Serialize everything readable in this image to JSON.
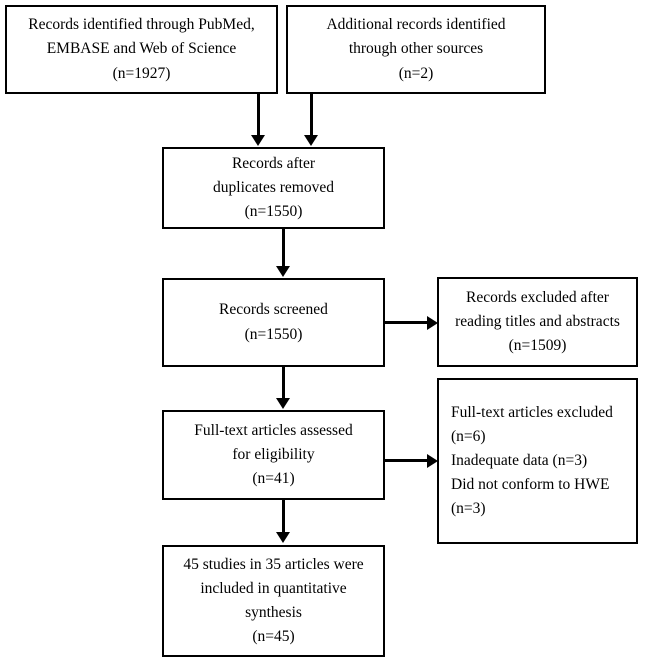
{
  "diagram": {
    "title": "PRISMA study selection flow diagram",
    "type": "flowchart",
    "stroke_color": "#000000",
    "background_color": "#ffffff",
    "nodes": [
      {
        "id": "identified-db",
        "lines": [
          "Records identified through PubMed,",
          "EMBASE and Web of Science",
          "(n=1927)"
        ],
        "count": 1927
      },
      {
        "id": "identified-other",
        "lines": [
          "Additional records identified",
          "through other sources",
          "(n=2)"
        ],
        "count": 2
      },
      {
        "id": "duplicates-removed",
        "lines": [
          "Records after",
          "duplicates removed",
          "(n=1550)"
        ],
        "count": 1550
      },
      {
        "id": "records-screened",
        "lines": [
          "Records screened",
          "(n=1550)"
        ],
        "count": 1550
      },
      {
        "id": "records-excluded",
        "lines": [
          "Records excluded after",
          "reading titles and abstracts",
          "(n=1509)"
        ],
        "count": 1509
      },
      {
        "id": "fulltext-assessed",
        "lines": [
          "Full-text articles assessed",
          "for eligibility",
          "(n=41)"
        ],
        "count": 41
      },
      {
        "id": "fulltext-excluded",
        "lines": [
          "Full-text articles excluded",
          "(n=6)",
          "Inadequate data (n=3)",
          "Did not conform to HWE",
          "(n=3)"
        ],
        "count": 6
      },
      {
        "id": "studies-included",
        "lines": [
          "45 studies in 35 articles were",
          "included in quantitative",
          "synthesis",
          "(n=45)"
        ],
        "count": 45
      }
    ],
    "edges": [
      {
        "from": "identified-db",
        "to": "duplicates-removed",
        "direction": "down"
      },
      {
        "from": "identified-other",
        "to": "duplicates-removed",
        "direction": "down"
      },
      {
        "from": "duplicates-removed",
        "to": "records-screened",
        "direction": "down"
      },
      {
        "from": "records-screened",
        "to": "records-excluded",
        "direction": "right"
      },
      {
        "from": "records-screened",
        "to": "fulltext-assessed",
        "direction": "down"
      },
      {
        "from": "fulltext-assessed",
        "to": "fulltext-excluded",
        "direction": "right"
      },
      {
        "from": "fulltext-assessed",
        "to": "studies-included",
        "direction": "down"
      }
    ]
  }
}
